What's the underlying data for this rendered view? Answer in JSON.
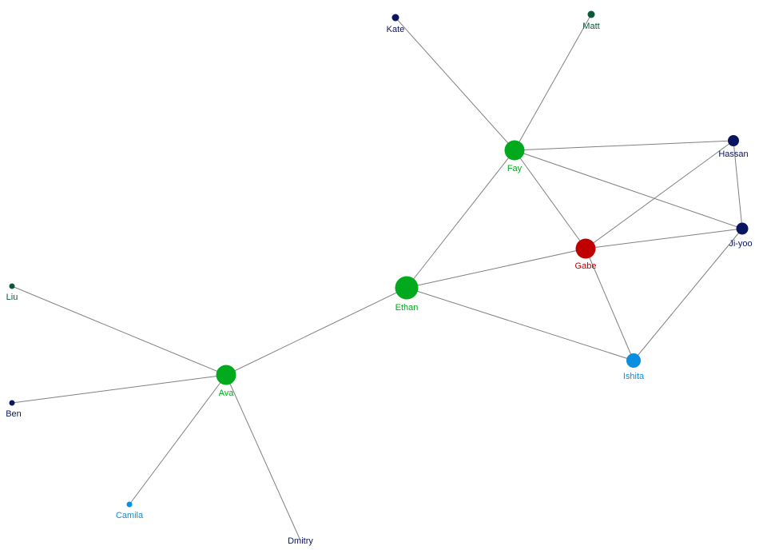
{
  "colors": {
    "green": "#00aa1c",
    "dark_green": "#0b5a37",
    "navy": "#0a1560",
    "red": "#c00000",
    "blue": "#0a8ee0",
    "edge": "#808080"
  },
  "nodes": [
    {
      "id": "kate",
      "label": "Kate",
      "color": "navy"
    },
    {
      "id": "matt",
      "label": "Matt",
      "color": "dark_green"
    },
    {
      "id": "fay",
      "label": "Fay",
      "color": "green"
    },
    {
      "id": "hassan",
      "label": "Hassan",
      "color": "navy"
    },
    {
      "id": "ji-yoo",
      "label": "Ji-yoo",
      "color": "navy"
    },
    {
      "id": "gabe",
      "label": "Gabe",
      "color": "red"
    },
    {
      "id": "ethan",
      "label": "Ethan",
      "color": "green"
    },
    {
      "id": "ishita",
      "label": "Ishita",
      "color": "blue"
    },
    {
      "id": "liu",
      "label": "Liu",
      "color": "dark_green"
    },
    {
      "id": "ava",
      "label": "Ava",
      "color": "green"
    },
    {
      "id": "ben",
      "label": "Ben",
      "color": "navy"
    },
    {
      "id": "camila",
      "label": "Camila",
      "color": "blue"
    },
    {
      "id": "dmitry",
      "label": "Dmitry",
      "color": "navy"
    }
  ],
  "edges": [
    [
      "kate",
      "fay"
    ],
    [
      "matt",
      "fay"
    ],
    [
      "fay",
      "hassan"
    ],
    [
      "fay",
      "ji-yoo"
    ],
    [
      "fay",
      "gabe"
    ],
    [
      "fay",
      "ethan"
    ],
    [
      "hassan",
      "gabe"
    ],
    [
      "hassan",
      "ji-yoo"
    ],
    [
      "gabe",
      "ji-yoo"
    ],
    [
      "gabe",
      "ethan"
    ],
    [
      "gabe",
      "ishita"
    ],
    [
      "ji-yoo",
      "ishita"
    ],
    [
      "ethan",
      "ishita"
    ],
    [
      "ethan",
      "ava"
    ],
    [
      "liu",
      "ava"
    ],
    [
      "ben",
      "ava"
    ],
    [
      "camila",
      "ava"
    ],
    [
      "dmitry",
      "ava"
    ]
  ]
}
